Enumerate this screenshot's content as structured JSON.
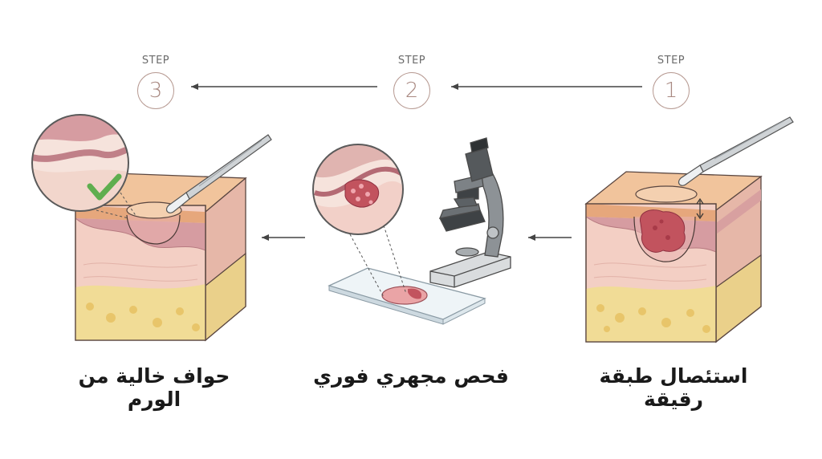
{
  "steps": [
    {
      "label": "STEP",
      "number": "1",
      "caption": "استئصال طبقة رقيقة"
    },
    {
      "label": "STEP",
      "number": "2",
      "caption": "فحص مجهري فوري"
    },
    {
      "label": "STEP",
      "number": "3",
      "caption": "حواف خالية من الورم"
    }
  ],
  "colors": {
    "epidermis": "#eab890",
    "dermis": "#f3cfc4",
    "fat": "#f1dc96",
    "tumor": "#c2535e",
    "check": "#5fae4f",
    "arrow": "#444444",
    "circle": "#b79a92"
  },
  "icons": [
    "scalpel-icon",
    "microscope-icon",
    "magnifier-icon",
    "check-icon",
    "arrow-left-icon"
  ]
}
